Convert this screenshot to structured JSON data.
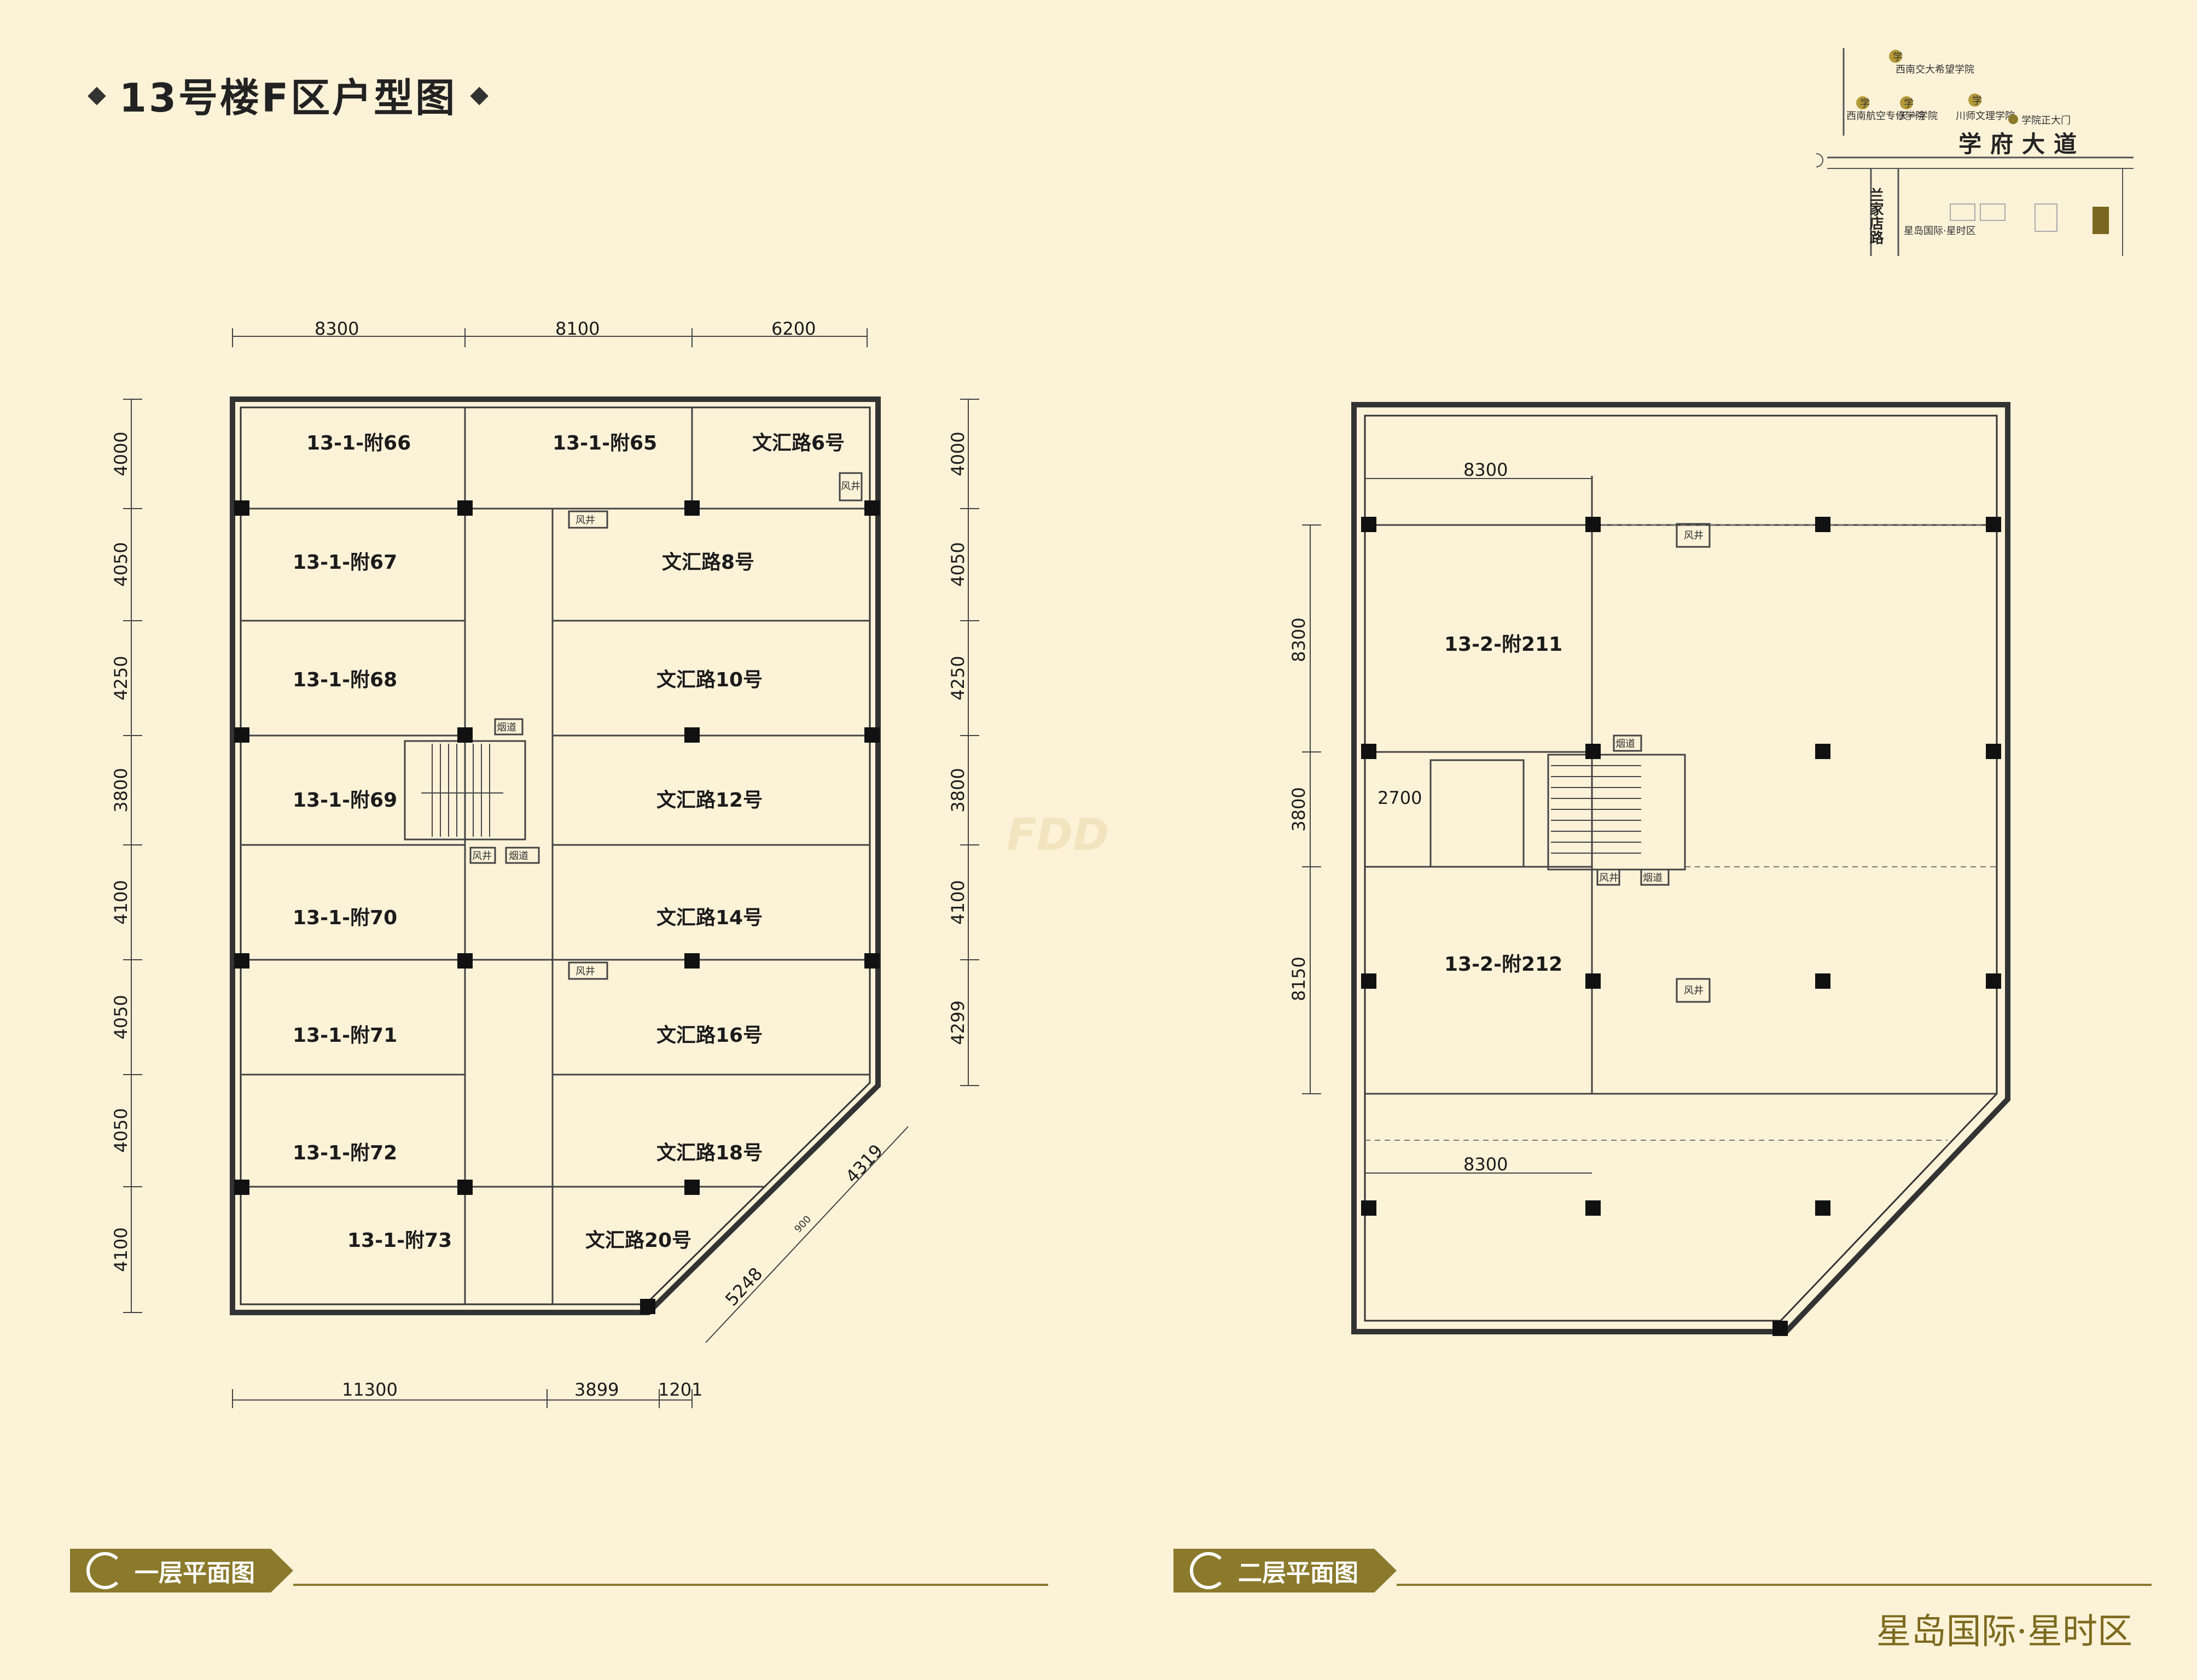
{
  "page_title": "13号楼F区户型图",
  "brand": "星岛国际·星时区",
  "watermark": "FDD",
  "floor1": {
    "label": "一层平面图",
    "top_dims": [
      "8300",
      "8100",
      "6200"
    ],
    "bottom_dims": [
      "11300",
      "3899",
      "1201"
    ],
    "left_dims": [
      "4000",
      "4050",
      "4250",
      "3800",
      "4100",
      "4050",
      "4050",
      "4100"
    ],
    "right_dims": [
      "4000",
      "4050",
      "4250",
      "3800",
      "4100",
      "4299"
    ],
    "diag_dims": [
      "4319",
      "5248",
      "900"
    ],
    "rooms_left": [
      "13-1-附66",
      "13-1-附67",
      "13-1-附68",
      "13-1-附69",
      "13-1-附70",
      "13-1-附71",
      "13-1-附72",
      "13-1-附73"
    ],
    "rooms_mid": [
      "13-1-附65"
    ],
    "rooms_right": [
      "文汇路6号",
      "文汇路8号",
      "文汇路10号",
      "文汇路12号",
      "文汇路14号",
      "文汇路16号",
      "文汇路18号",
      "文汇路20号"
    ],
    "small_labels": [
      "风井",
      "烟道",
      "风井",
      "烟道",
      "风井",
      "风井"
    ]
  },
  "floor2": {
    "label": "二层平面图",
    "dims_h": [
      "8300",
      "2700",
      "8300"
    ],
    "dims_v": [
      "8300",
      "3800",
      "8150"
    ],
    "rooms": [
      "13-2-附211",
      "13-2-附212"
    ],
    "small_labels": [
      "风井",
      "烟道",
      "风井",
      "烟道",
      "风井"
    ]
  },
  "location_map": {
    "road_h": "学府大道",
    "road_v": "兰家店路",
    "schools": [
      "西南交大希望学院",
      "西南航空专修学院",
      "天一学院",
      "川师文理学院"
    ],
    "gate": "学院正大门",
    "site": "星岛国际·星时区",
    "school_icon": "学"
  }
}
